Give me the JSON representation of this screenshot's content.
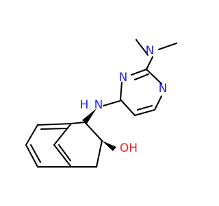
{
  "molecule": {
    "atom_labels": {
      "n_dimethyl": "N",
      "n_pyrimidine_top": "N",
      "n_pyrimidine_right": "N",
      "nh_n": "N",
      "nh_h": "H",
      "oh": "OH"
    },
    "colors": {
      "bond": "#000000",
      "nitrogen": "#1f1fff",
      "oxygen": "#ff1f1f"
    }
  }
}
